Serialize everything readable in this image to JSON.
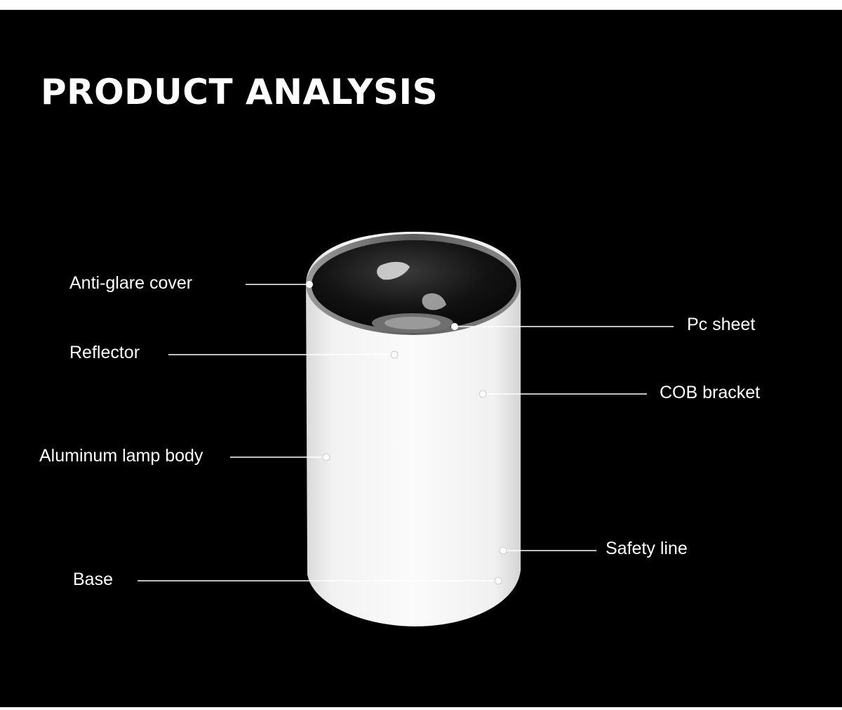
{
  "title": "PRODUCT ANALYSIS",
  "colors": {
    "background": "#000000",
    "text": "#ffffff",
    "lamp_body": "#f4f4f4",
    "reflector": "#0b0b0b",
    "leader_line": "#ffffff"
  },
  "labels": {
    "anti_glare_cover": "Anti-glare cover",
    "reflector": "Reflector",
    "aluminum_lamp_body": "Aluminum lamp body",
    "base": "Base",
    "pc_sheet": "Pc sheet",
    "cob_bracket": "COB bracket",
    "safety_line": "Safety line"
  }
}
